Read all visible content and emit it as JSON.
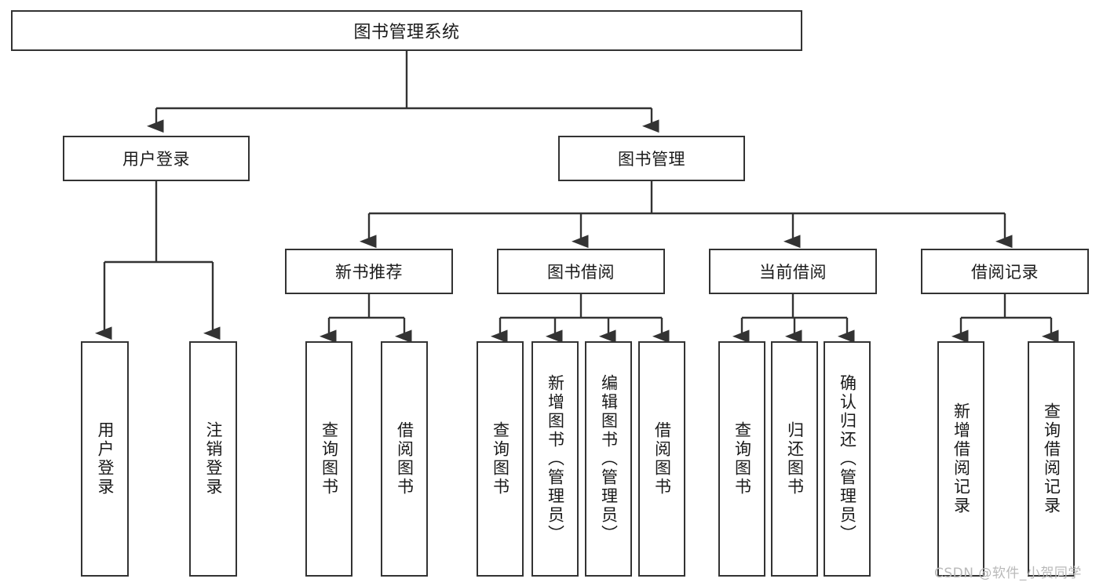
{
  "diagram": {
    "title": "图书管理系统",
    "type": "tree-hierarchy",
    "watermark": "CSDN @软件_小贺同学",
    "colors": {
      "border": "#333333",
      "background": "#ffffff",
      "text": "#1a1a1a",
      "watermark": "#b9b9b9"
    },
    "nodes": {
      "root": "图书管理系统",
      "level2": {
        "user_login": "用户登录",
        "book_manage": "图书管理"
      },
      "level3": {
        "new_book_recommend": "新书推荐",
        "book_borrow": "图书借阅",
        "current_borrow": "当前借阅",
        "borrow_record": "借阅记录"
      },
      "leaves": {
        "user_login_1": "用户登录",
        "user_login_2": "注销登录",
        "recommend_1": "查询图书",
        "recommend_2": "借阅图书",
        "borrow_1": "查询图书",
        "borrow_2": "新增图书（管理员）",
        "borrow_3": "编辑图书（管理员）",
        "borrow_4": "借阅图书",
        "current_1": "查询图书",
        "current_2": "归还图书",
        "current_3": "确认归还（管理员）",
        "record_1": "新增借阅记录",
        "record_2": "查询借阅记录"
      }
    }
  }
}
